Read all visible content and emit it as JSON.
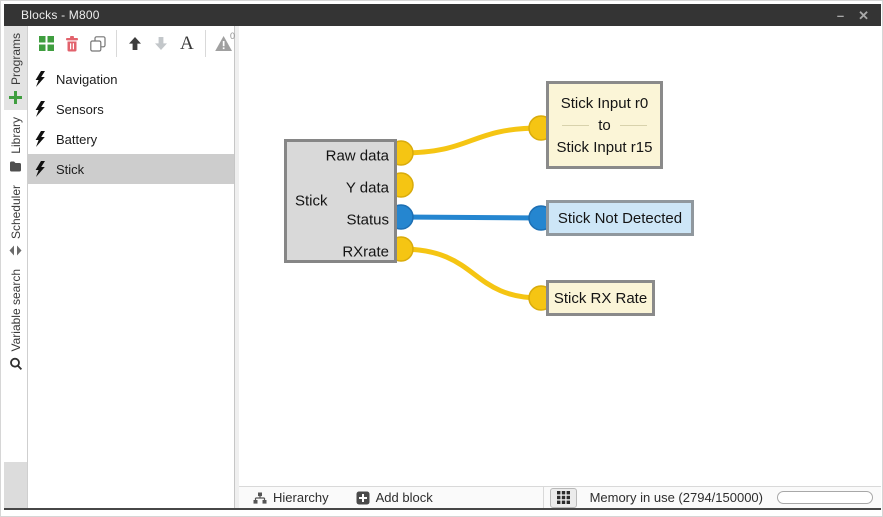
{
  "window": {
    "title": "Blocks - M800",
    "minimize_glyph": "–",
    "close_glyph": "✕"
  },
  "tabs": [
    {
      "label": "Programs",
      "icon": "plus-icon",
      "active": true
    },
    {
      "label": "Library",
      "icon": "library-icon",
      "active": false
    },
    {
      "label": "Scheduler",
      "icon": "scheduler-icon",
      "active": false
    },
    {
      "label": "Variable search",
      "icon": "search-icon",
      "active": false
    }
  ],
  "toolbar": {
    "icons": [
      "blocks-icon",
      "trash-icon",
      "copy-icon",
      "up-arrow-icon",
      "down-arrow-icon",
      "font-icon",
      "warning-icon"
    ],
    "font_label": "A",
    "warning_count": "0"
  },
  "block_list": [
    {
      "label": "Navigation",
      "icon": "lightning-icon",
      "selected": false
    },
    {
      "label": "Sensors",
      "icon": "lightning-icon",
      "selected": false
    },
    {
      "label": "Battery",
      "icon": "lightning-icon",
      "selected": false
    },
    {
      "label": "Stick",
      "icon": "lightning-icon",
      "selected": true
    }
  ],
  "canvas": {
    "stick_block": {
      "label": "Stick",
      "ports": [
        {
          "name": "Raw data",
          "color": "#f5c513"
        },
        {
          "name": "Y data",
          "color": "#f5c513"
        },
        {
          "name": "Status",
          "color": "#2586d0"
        },
        {
          "name": "RXrate",
          "color": "#f5c513"
        }
      ]
    },
    "nodes": [
      {
        "line_top": "Stick Input r0",
        "line_mid": "to",
        "line_bottom": "Stick Input r15",
        "fill": "#fbf5d7"
      },
      {
        "label": "Stick Not Detected",
        "fill": "#cde6f7"
      },
      {
        "label": "Stick RX Rate",
        "fill": "#fbf5d7"
      }
    ],
    "connections": [
      {
        "from": "Raw data",
        "to": "Stick Input r0 to Stick Input r15",
        "color": "#f5c513"
      },
      {
        "from": "Status",
        "to": "Stick Not Detected",
        "color": "#2586d0"
      },
      {
        "from": "RXrate",
        "to": "Stick RX Rate",
        "color": "#f5c513"
      }
    ]
  },
  "statusbar": {
    "hierarchy_label": "Hierarchy",
    "add_block_label": "Add block",
    "memory_label": "Memory in use (2794/150000)",
    "progress_value": 0
  },
  "colors": {
    "titlebar": "#343434",
    "accent_yellow": "#f5c513",
    "accent_blue": "#2586d0",
    "node_cream": "#fbf5d7",
    "node_blue": "#cde6f7",
    "selected_row": "#cdcdcd",
    "toolbar_green": "#3f9e3f",
    "trash_red": "#e2626c"
  }
}
